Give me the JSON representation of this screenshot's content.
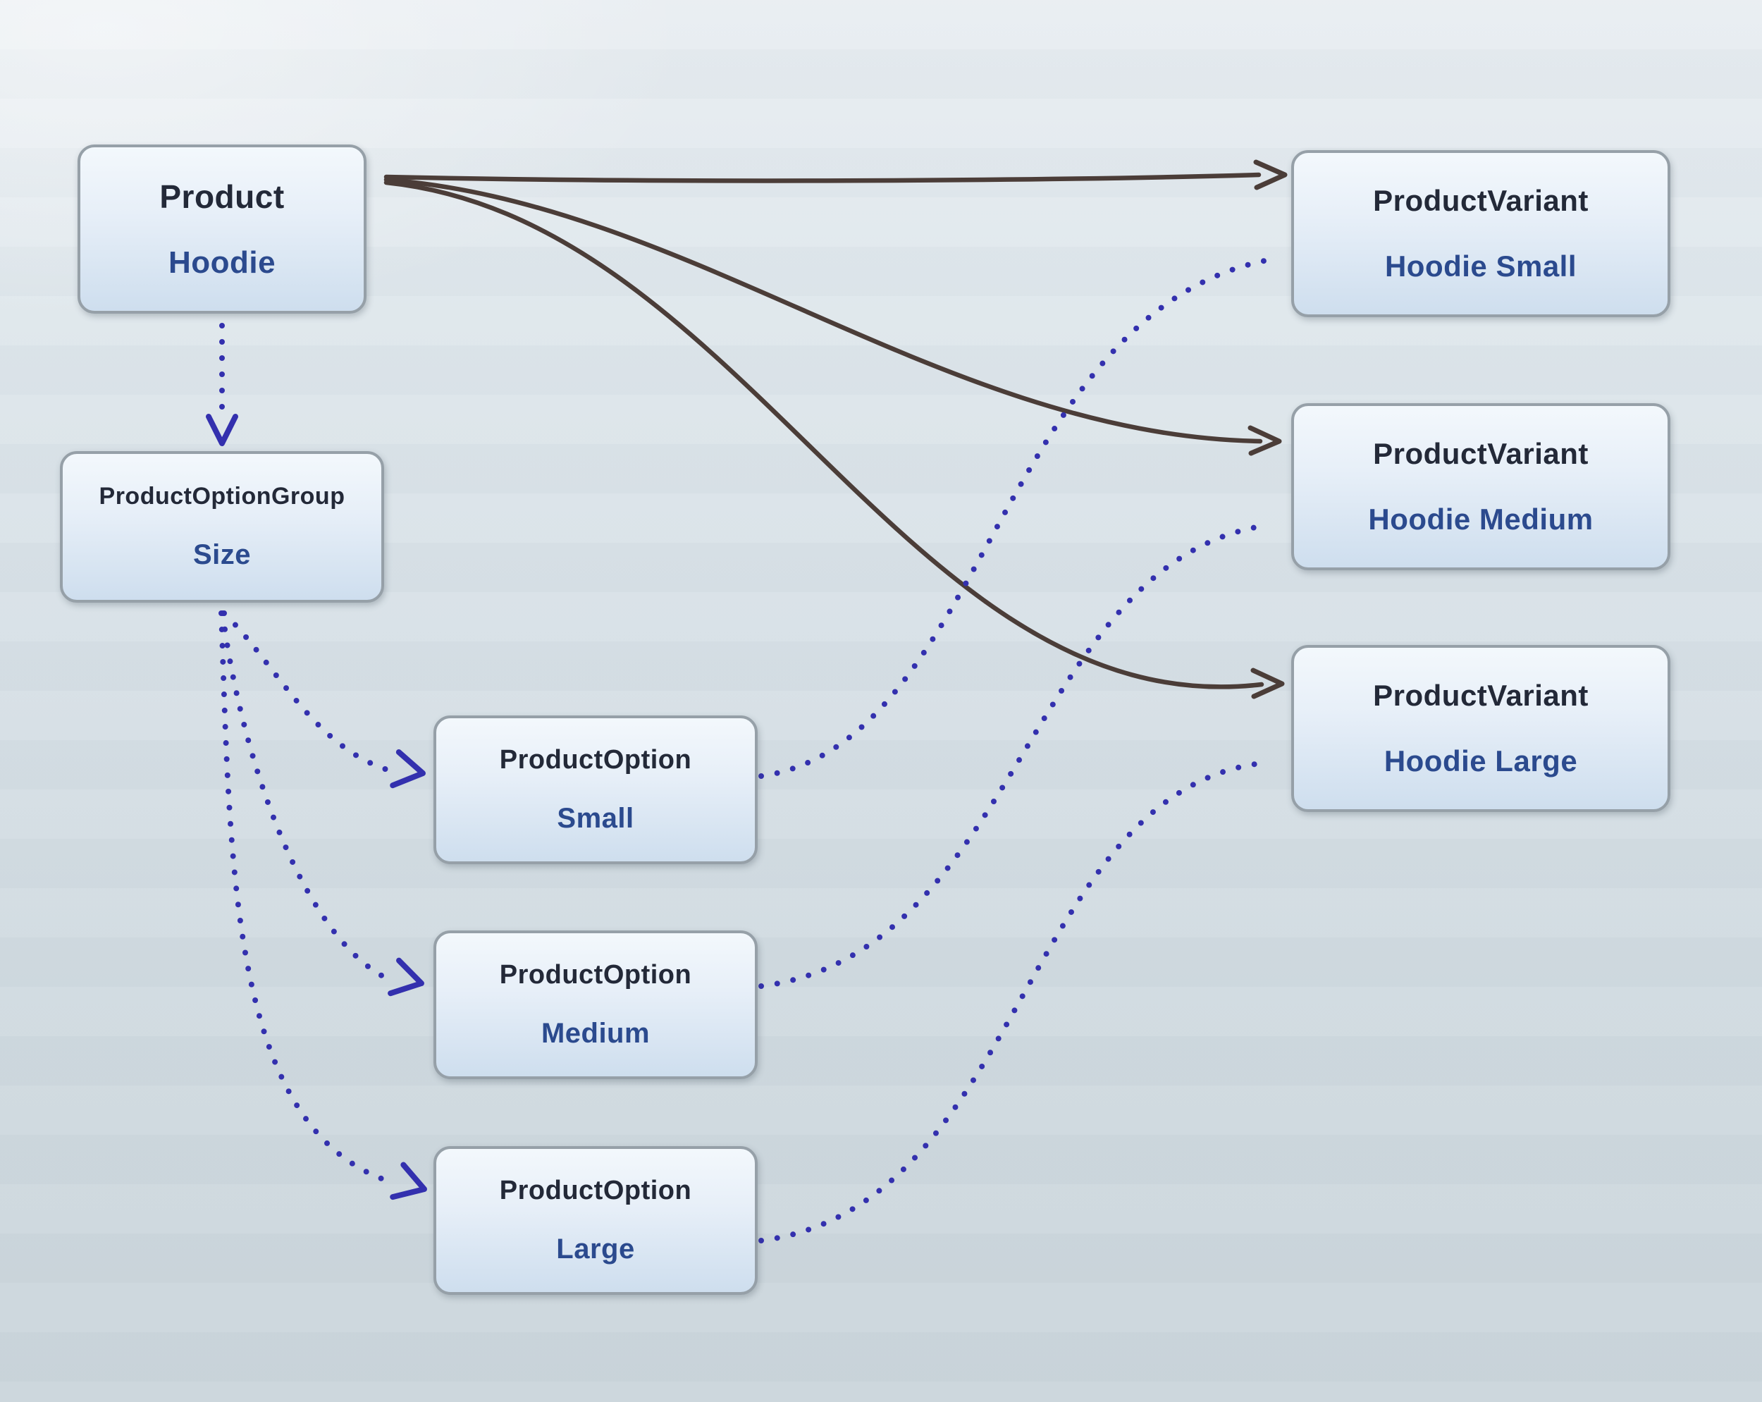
{
  "nodes": {
    "product": {
      "title": "Product",
      "label": "Hoodie"
    },
    "option_group": {
      "title": "ProductOptionGroup",
      "label": "Size"
    },
    "option_small": {
      "title": "ProductOption",
      "label": "Small"
    },
    "option_medium": {
      "title": "ProductOption",
      "label": "Medium"
    },
    "option_large": {
      "title": "ProductOption",
      "label": "Large"
    },
    "variant_small": {
      "title": "ProductVariant",
      "label": "Hoodie Small"
    },
    "variant_medium": {
      "title": "ProductVariant",
      "label": "Hoodie Medium"
    },
    "variant_large": {
      "title": "ProductVariant",
      "label": "Hoodie Large"
    }
  },
  "edges": [
    {
      "from": "product",
      "to": "variant_small",
      "style": "solid-arrow"
    },
    {
      "from": "product",
      "to": "variant_medium",
      "style": "solid-arrow"
    },
    {
      "from": "product",
      "to": "variant_large",
      "style": "solid-arrow"
    },
    {
      "from": "product",
      "to": "option_group",
      "style": "dotted-arrow"
    },
    {
      "from": "option_group",
      "to": "option_small",
      "style": "dotted-arrow"
    },
    {
      "from": "option_group",
      "to": "option_medium",
      "style": "dotted-arrow"
    },
    {
      "from": "option_group",
      "to": "option_large",
      "style": "dotted-arrow"
    },
    {
      "from": "option_small",
      "to": "variant_small",
      "style": "dotted-line"
    },
    {
      "from": "option_medium",
      "to": "variant_medium",
      "style": "dotted-line"
    },
    {
      "from": "option_large",
      "to": "variant_large",
      "style": "dotted-line"
    }
  ],
  "colors": {
    "solid_arrow": "#4b3d38",
    "dotted_arrow": "#3330ae",
    "node_border": "#96a0a8",
    "node_fill_top": "#f3f8fc",
    "node_fill_bottom": "#cedeee",
    "title_text": "#232938",
    "label_text": "#2b4a8e",
    "background_top": "#e9eef2",
    "background_bottom": "#ccd6dc"
  }
}
